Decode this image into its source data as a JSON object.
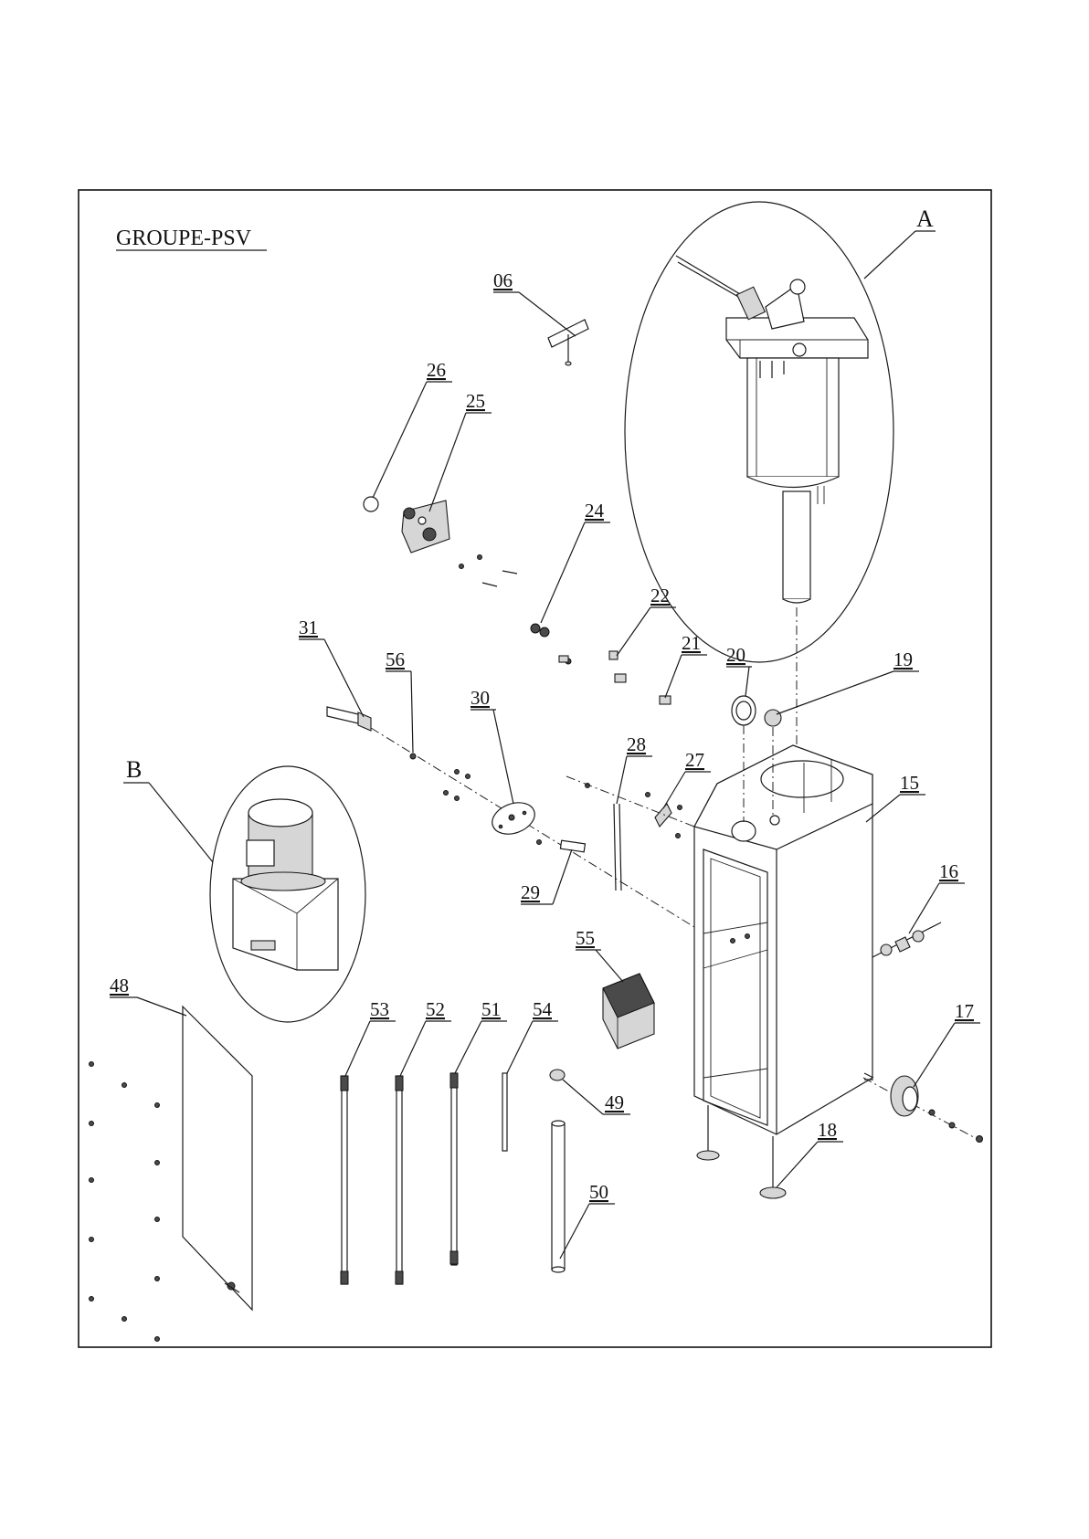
{
  "assembly": {
    "title": "GROUPE-PSV",
    "detail_a": "A",
    "detail_b": "B"
  },
  "parts": {
    "p06": "06",
    "p26": "26",
    "p25": "25",
    "p24": "24",
    "p22": "22",
    "p21": "21",
    "p20": "20",
    "p19": "19",
    "p31": "31",
    "p56": "56",
    "p30": "30",
    "p28": "28",
    "p27": "27",
    "p15": "15",
    "p29": "29",
    "p16": "16",
    "p55": "55",
    "p48": "48",
    "p53": "53",
    "p52": "52",
    "p51": "51",
    "p54": "54",
    "p17": "17",
    "p49": "49",
    "p18": "18",
    "p50": "50"
  }
}
